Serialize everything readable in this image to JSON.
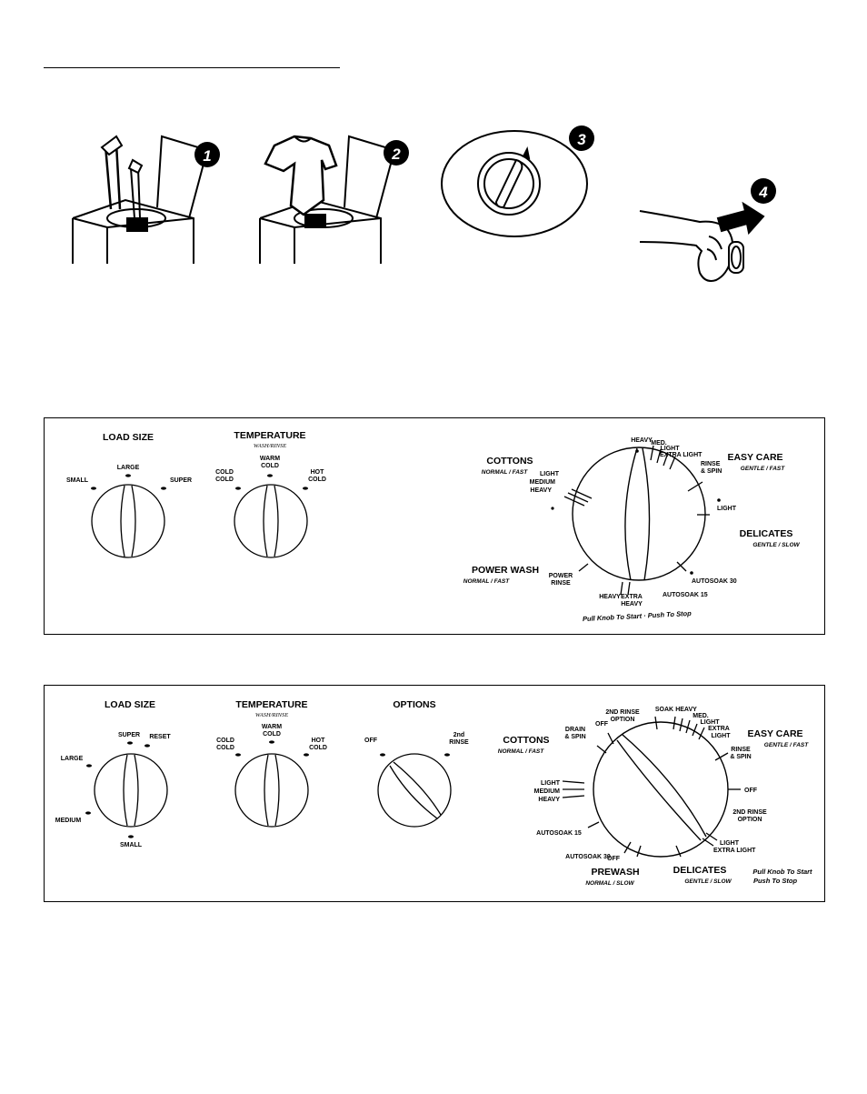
{
  "steps": [
    {
      "number": "1",
      "icon": "detergent-pour-icon"
    },
    {
      "number": "2",
      "icon": "add-clothes-icon"
    },
    {
      "number": "3",
      "icon": "select-cycle-dial-icon"
    },
    {
      "number": "4",
      "icon": "push-knob-hand-icon"
    }
  ],
  "panel1": {
    "load_size": {
      "title": "LOAD SIZE",
      "small": "SMALL",
      "large": "LARGE",
      "super": "SUPER"
    },
    "temperature": {
      "title": "TEMPERATURE",
      "subtitle": "WASH/RINSE",
      "cold_cold_1": "COLD",
      "cold_cold_2": "COLD",
      "warm_cold_1": "WARM",
      "warm_cold_2": "COLD",
      "hot_cold_1": "HOT",
      "hot_cold_2": "COLD"
    },
    "cycle": {
      "cottons": "COTTONS",
      "cottons_sub": "NORMAL / FAST",
      "easy_care": "EASY CARE",
      "easy_care_sub": "GENTLE / FAST",
      "delicates": "DELICATES",
      "delicates_sub": "GENTLE / SLOW",
      "power_wash": "POWER WASH",
      "power_wash_sub": "NORMAL / FAST",
      "light": "LIGHT",
      "medium": "MEDIUM",
      "heavy": "HEAVY",
      "heavy_top": "HEAVY",
      "med_light_1": "MED.",
      "med_light_2": "LIGHT",
      "extra_light": "EXTRA LIGHT",
      "rinse_spin_1": "RINSE",
      "rinse_spin_2": "& SPIN",
      "del_light": "LIGHT",
      "autosoak30": "AUTOSOAK 30",
      "autosoak15": "AUTOSOAK 15",
      "extra_heavy_1": "EXTRA",
      "extra_heavy_2": "HEAVY",
      "heavy_bottom": "HEAVY",
      "power_rinse_1": "POWER",
      "power_rinse_2": "RINSE",
      "pull_note": "Pull Knob To Start · Push To Stop"
    }
  },
  "panel2": {
    "load_size": {
      "title": "LOAD SIZE",
      "super": "SUPER",
      "reset": "RESET",
      "large": "LARGE",
      "medium": "MEDIUM",
      "small": "SMALL"
    },
    "temperature": {
      "title": "TEMPERATURE",
      "subtitle": "WASH/RINSE",
      "cold_cold_1": "COLD",
      "cold_cold_2": "COLD",
      "warm_cold_1": "WARM",
      "warm_cold_2": "COLD",
      "hot_cold_1": "HOT",
      "hot_cold_2": "COLD"
    },
    "options": {
      "title": "OPTIONS",
      "off": "OFF",
      "rinse_1": "2nd",
      "rinse_2": "RINSE"
    },
    "cycle": {
      "cottons": "COTTONS",
      "cottons_sub": "NORMAL / FAST",
      "easy_care": "EASY CARE",
      "easy_care_sub": "GENTLE / FAST",
      "prewash": "PREWASH",
      "prewash_sub": "NORMAL / SLOW",
      "delicates": "DELICATES",
      "delicates_sub": "GENTLE / SLOW",
      "drain_spin_1": "DRAIN",
      "drain_spin_2": "& SPIN",
      "off_top": "OFF",
      "rinse_opt_1": "2ND RINSE",
      "rinse_opt_2": "OPTION",
      "soak": "SOAK",
      "heavy": "HEAVY",
      "med": "MED.",
      "light": "LIGHT",
      "extra_light_1": "EXTRA",
      "extra_light_2": "LIGHT",
      "rinse_spin_1": "RINSE",
      "rinse_spin_2": "& SPIN",
      "off_right": "OFF",
      "rinse_opt_r1": "2ND RINSE",
      "rinse_opt_r2": "OPTION",
      "del_light": "LIGHT",
      "del_extra_light": "EXTRA LIGHT",
      "c_light": "LIGHT",
      "c_medium": "MEDIUM",
      "c_heavy": "HEAVY",
      "autosoak15": "AUTOSOAK 15",
      "autosoak30": "AUTOSOAK 30",
      "off_bottom": "OFF",
      "pull_note_1": "Pull Knob To Start",
      "pull_note_2": "Push To Stop"
    }
  }
}
